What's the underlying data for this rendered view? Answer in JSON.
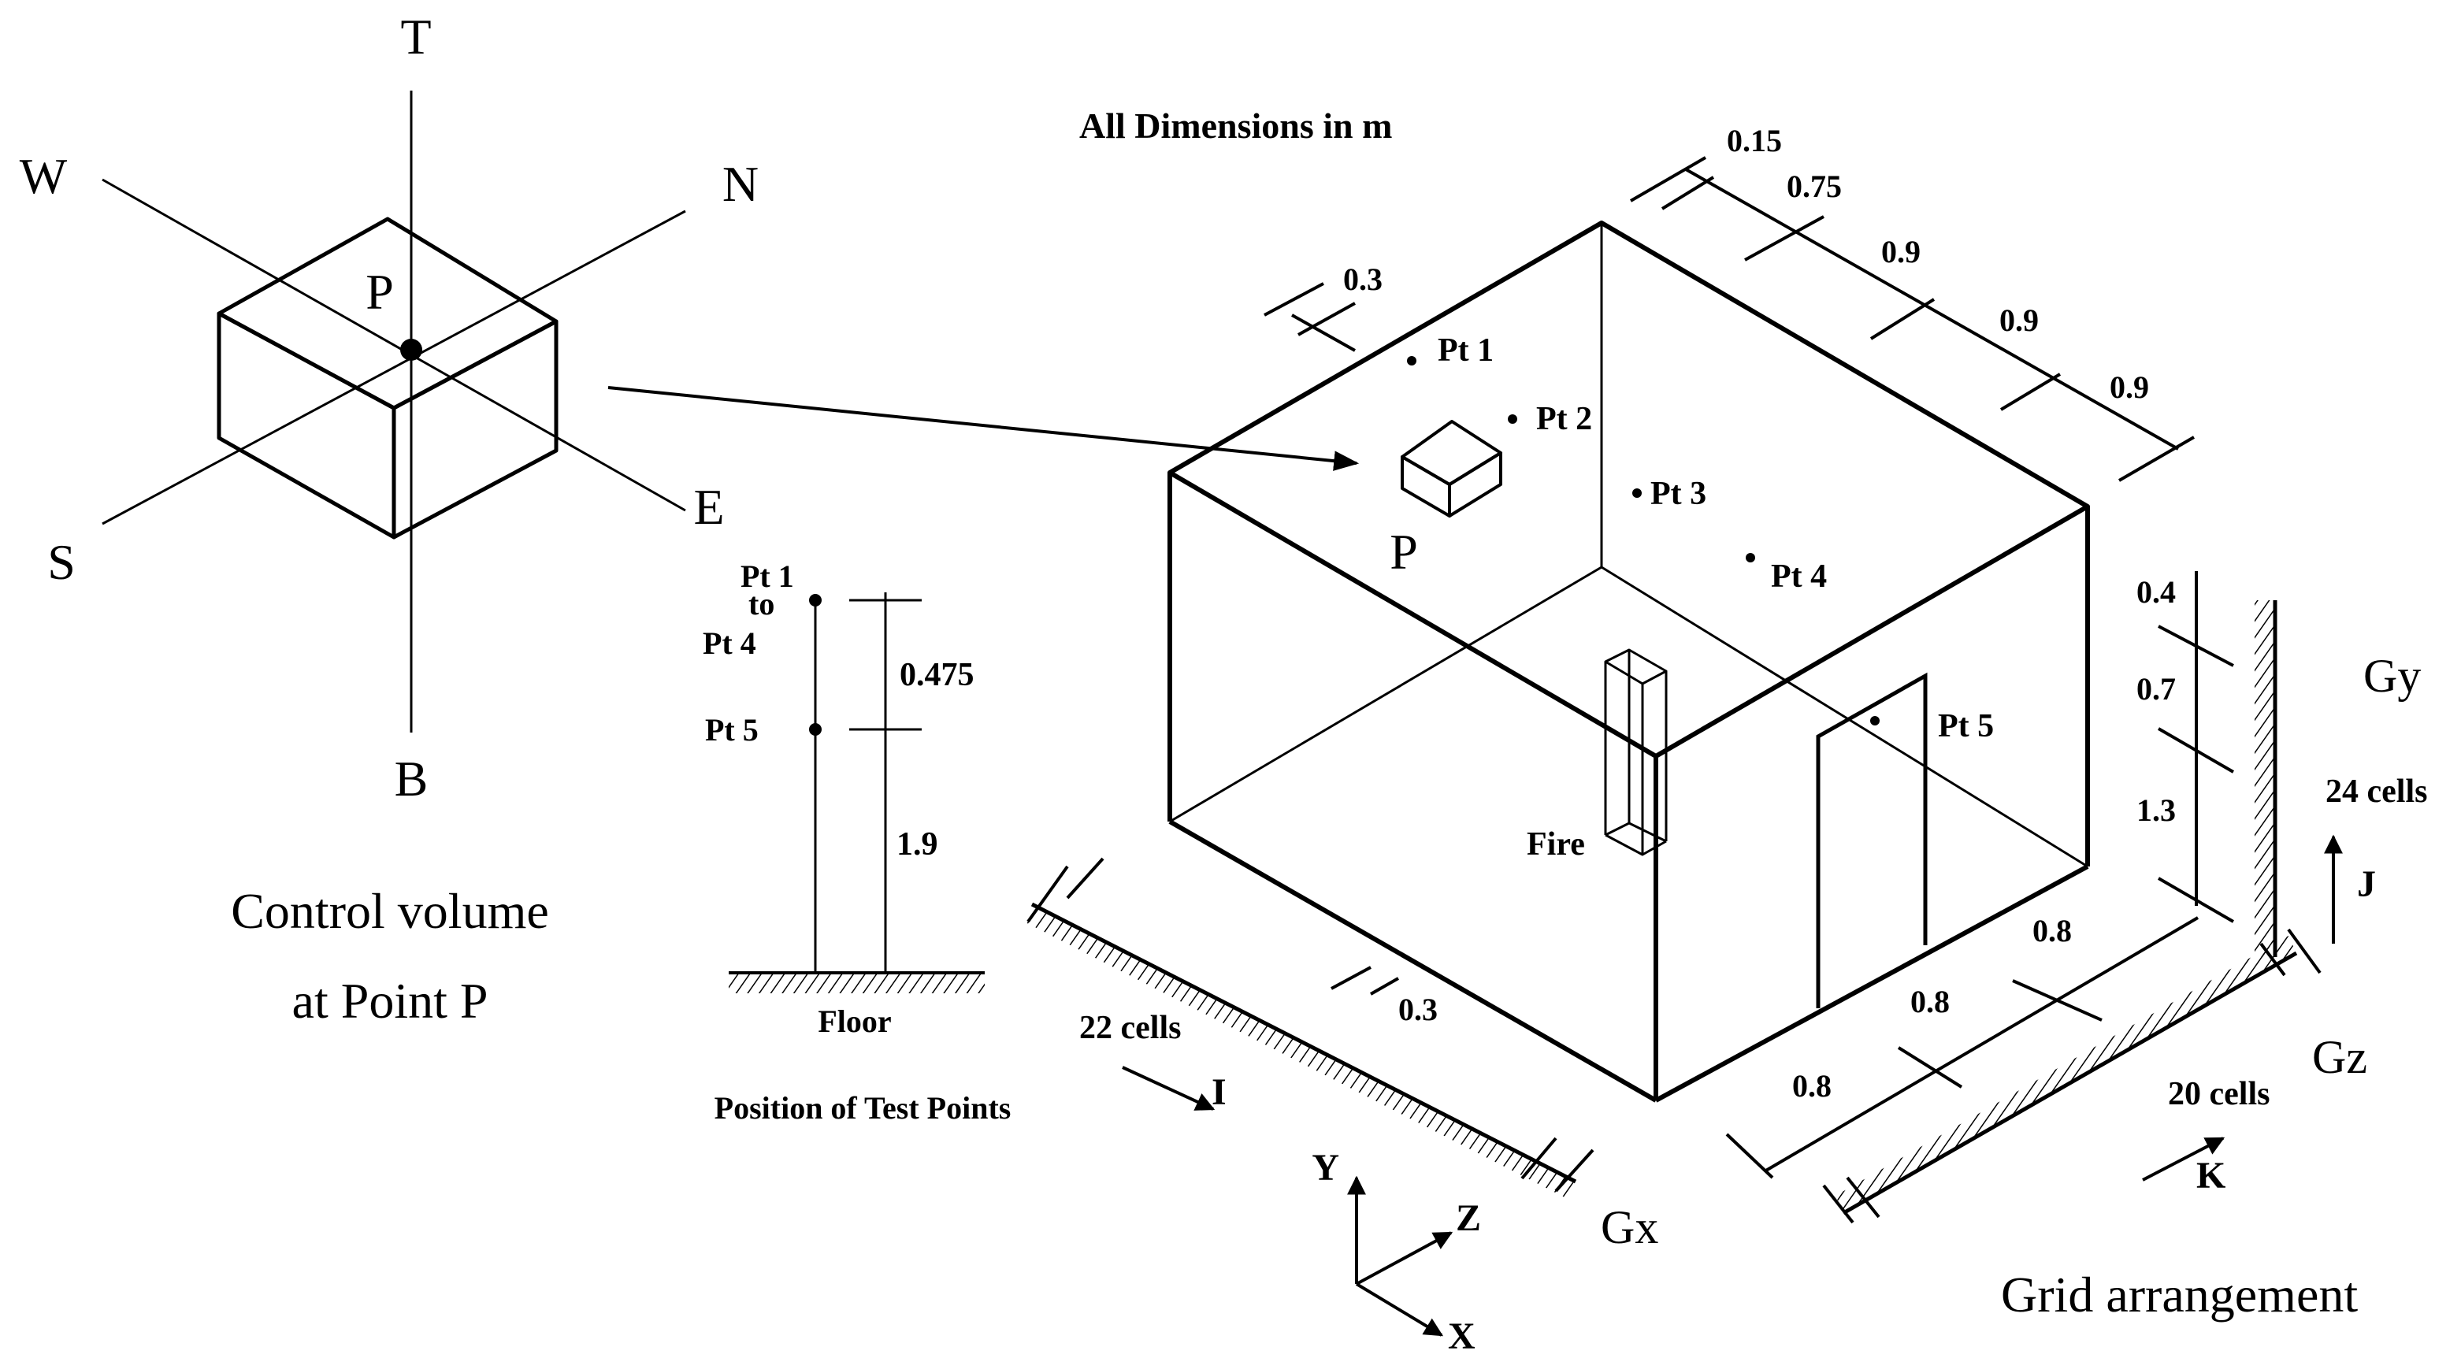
{
  "control_volume": {
    "labels": {
      "top": "T",
      "bottom": "B",
      "west": "W",
      "east": "E",
      "north": "N",
      "south": "S",
      "point": "P"
    },
    "caption_line1": "Control volume",
    "caption_line2": "at Point P"
  },
  "test_points": {
    "label_pt1": "Pt 1",
    "label_to": "to",
    "label_pt4": "Pt 4",
    "label_pt5": "Pt 5",
    "height_upper": "0.475",
    "height_lower": "1.9",
    "floor_label": "Floor",
    "caption": "Position of Test Points"
  },
  "room": {
    "dimensions_note": "All Dimensions in m",
    "top_dims": [
      "0.15",
      "0.75",
      "0.9",
      "0.9",
      "0.9"
    ],
    "left_dim": "0.3",
    "points": [
      "Pt 1",
      "Pt 2",
      "Pt 3",
      "Pt 4",
      "Pt 5"
    ],
    "cell_label": "P",
    "fire_label": "Fire",
    "height_dims": [
      "0.4",
      "0.7",
      "1.3"
    ],
    "floor_dims": [
      "0.8",
      "0.8",
      "0.8"
    ],
    "x_dim": "0.3"
  },
  "grid": {
    "gx": "Gx",
    "gy": "Gy",
    "gz": "Gz",
    "i_cells": "22 cells",
    "j_cells": "24 cells",
    "k_cells": "20 cells",
    "i_label": "I",
    "j_label": "J",
    "k_label": "K",
    "caption": "Grid arrangement"
  },
  "axes": {
    "x": "X",
    "y": "Y",
    "z": "Z"
  }
}
